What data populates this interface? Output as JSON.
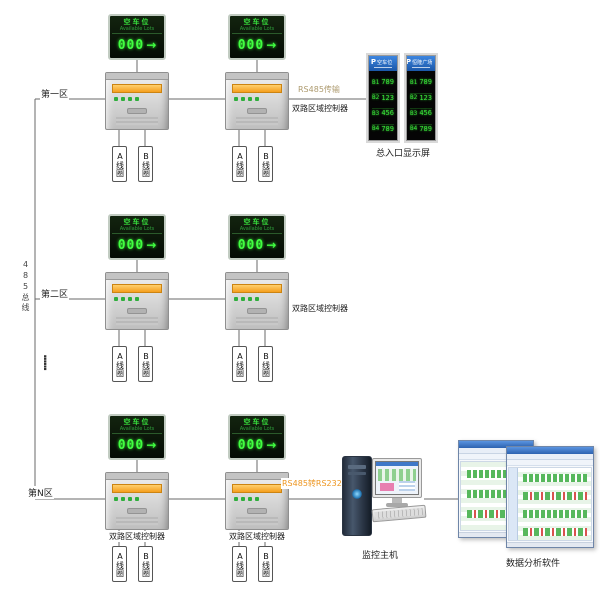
{
  "bus": {
    "label": "485总线",
    "ellipsis": "······"
  },
  "zones": [
    {
      "label": "第一区"
    },
    {
      "label": "第二区"
    },
    {
      "label": "第N区"
    }
  ],
  "sign": {
    "title": "空车位",
    "subtitle": "Available Lots",
    "digits": "000",
    "arrow": "→"
  },
  "controller": {
    "label": "双路区域控制器"
  },
  "coils": {
    "a": "A线圈",
    "b": "B线圈"
  },
  "links": {
    "rs485": "RS485传输",
    "rs232": "RS485转RS232"
  },
  "entrance_display": {
    "label": "总入口显示屏",
    "panels": [
      {
        "logo": "P",
        "title": "空车位",
        "rows": [
          {
            "id": "B1",
            "value": "789"
          },
          {
            "id": "B2",
            "value": "123"
          },
          {
            "id": "B3",
            "value": "456"
          },
          {
            "id": "B4",
            "value": "789"
          }
        ]
      },
      {
        "logo": "P",
        "title": "恒隆广场",
        "rows": [
          {
            "id": "B1",
            "value": "789"
          },
          {
            "id": "B2",
            "value": "123"
          },
          {
            "id": "B3",
            "value": "456"
          },
          {
            "id": "B4",
            "value": "789"
          }
        ]
      }
    ]
  },
  "host": {
    "label": "监控主机"
  },
  "software": {
    "label": "数据分析软件"
  }
}
